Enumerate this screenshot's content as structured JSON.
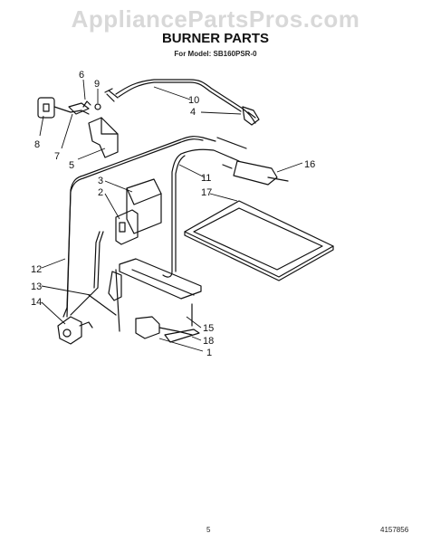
{
  "watermark": "AppliancePartsPros.com",
  "title": "BURNER PARTS",
  "subtitle": "For Model: SB160PSR-0",
  "page_number": "5",
  "document_number": "4157856",
  "callouts": [
    {
      "label": "6"
    },
    {
      "label": "9"
    },
    {
      "label": "10"
    },
    {
      "label": "4"
    },
    {
      "label": "8"
    },
    {
      "label": "7"
    },
    {
      "label": "5"
    },
    {
      "label": "16"
    },
    {
      "label": "11"
    },
    {
      "label": "17"
    },
    {
      "label": "3"
    },
    {
      "label": "2"
    },
    {
      "label": "12"
    },
    {
      "label": "13"
    },
    {
      "label": "14"
    },
    {
      "label": "15"
    },
    {
      "label": "18"
    },
    {
      "label": "1"
    }
  ]
}
